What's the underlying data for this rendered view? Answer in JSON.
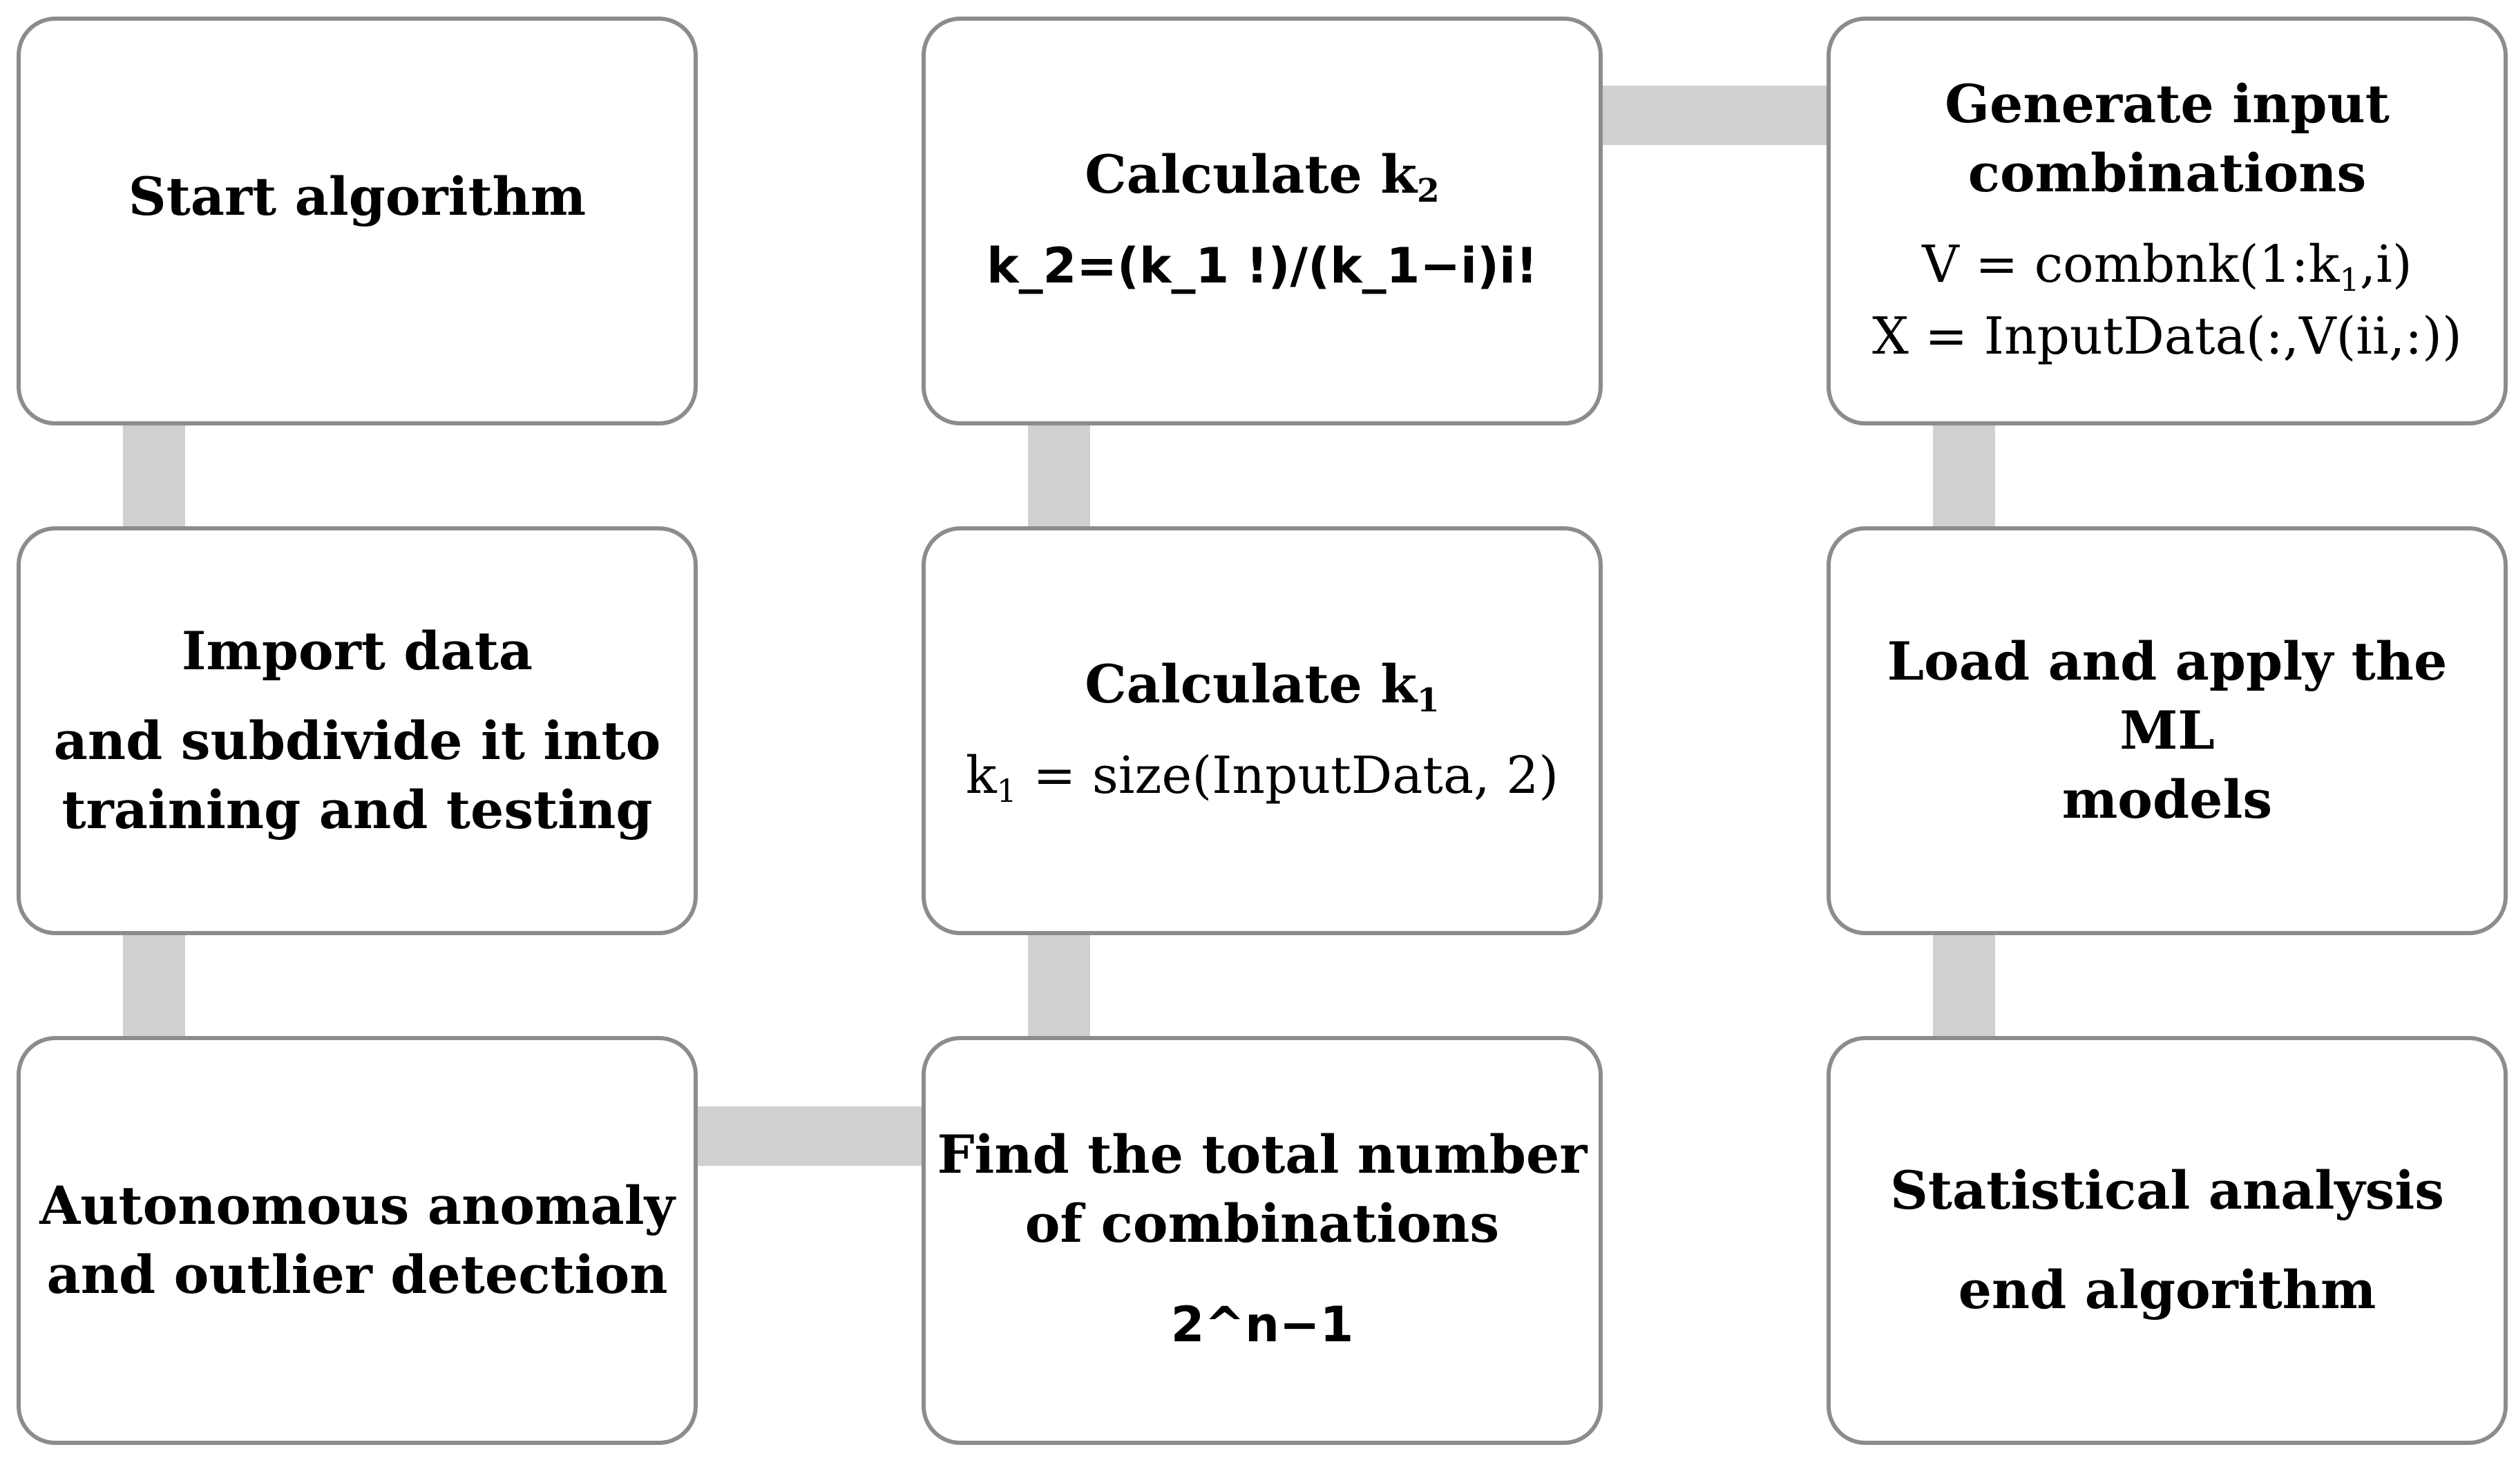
{
  "boxes": {
    "start": {
      "title": "Start algorithm"
    },
    "import": {
      "line1": "Import data",
      "line2": "and subdivide it into",
      "line3": "training and testing"
    },
    "anomaly": {
      "line1": "Autonomous anomaly",
      "line2": "and outlier detection"
    },
    "total": {
      "line1": "Find the total number",
      "line2": "of combinations",
      "formula": "2^n−1"
    },
    "k1": {
      "title_prefix": "Calculate k",
      "title_sub": "1",
      "formula_prefix": "k",
      "formula_sub": "1",
      "formula_rest": " = size(InputData, 2)"
    },
    "k2": {
      "title_prefix": "Calculate k",
      "title_sub": "2",
      "formula": "k_2=(k_1 !)/(k_1−i)i!"
    },
    "generate": {
      "line1": "Generate input",
      "line2": "combinations",
      "formula1_prefix": "V = combnk(1:k",
      "formula1_sub": "1",
      "formula1_rest": ",i)",
      "formula2": "X = InputData(:,V(ii,:))"
    },
    "ml": {
      "line1": "Load and apply the ML",
      "line2": "models"
    },
    "stats": {
      "line1": "Statistical analysis",
      "line2": "end algorithm"
    }
  },
  "colors": {
    "border": "#8c8c8c",
    "connector": "#d0d0d0",
    "background": "#ffffff"
  }
}
